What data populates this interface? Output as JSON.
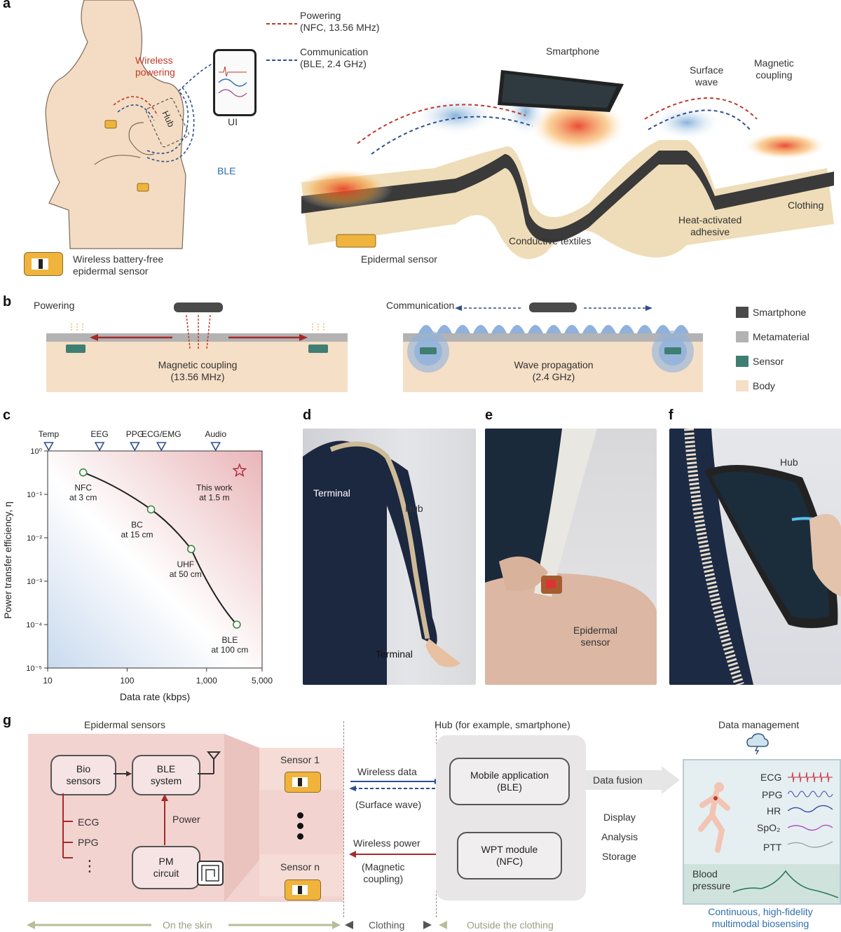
{
  "panel_labels": {
    "a": "a",
    "b": "b",
    "c": "c",
    "d": "d",
    "e": "e",
    "f": "f",
    "g": "g"
  },
  "panel_a": {
    "legend_powering": "Powering",
    "legend_powering_sub": "(NFC, 13.56 MHz)",
    "legend_comm": "Communication",
    "legend_comm_sub": "(BLE, 2.4 GHz)",
    "wireless_powering": "Wireless",
    "wireless_powering_2": "powering",
    "hub": "Hub",
    "ui": "UI",
    "ble": "BLE",
    "sensor_legend_1": "Wireless battery-free",
    "sensor_legend_2": "epidermal sensor",
    "smartphone": "Smartphone",
    "surface_wave_1": "Surface",
    "surface_wave_2": "wave",
    "magnetic_coupling_1": "Magnetic",
    "magnetic_coupling_2": "coupling",
    "clothing": "Clothing",
    "heat_adhesive_1": "Heat-activated",
    "heat_adhesive_2": "adhesive",
    "conductive_textiles": "Conductive textiles",
    "epidermal_sensor": "Epidermal sensor"
  },
  "panel_b": {
    "powering": "Powering",
    "magnetic_coupling": "Magnetic coupling",
    "magnetic_freq": "(13.56 MHz)",
    "communication": "Communication",
    "wave_propagation": "Wave propagation",
    "wave_freq": "(2.4 GHz)",
    "legend": [
      {
        "label": "Smartphone",
        "color": "#4a4a4a"
      },
      {
        "label": "Metamaterial",
        "color": "#b3b3b3"
      },
      {
        "label": "Sensor",
        "color": "#3f7f71"
      },
      {
        "label": "Body",
        "color": "#f5dfc6"
      }
    ]
  },
  "chart_data": {
    "type": "scatter",
    "xlabel": "Data rate (kbps)",
    "ylabel": "Power transfer efficiency, η",
    "xscale": "log",
    "yscale": "log",
    "xlim": [
      10,
      5000
    ],
    "ylim": [
      1e-05,
      1
    ],
    "x_ticks": [
      "10",
      "100",
      "1,000",
      "5,000"
    ],
    "y_ticks": [
      "10⁰",
      "10⁻¹",
      "10⁻²",
      "10⁻³",
      "10⁻⁴",
      "10⁻⁵"
    ],
    "points": [
      {
        "x": 28,
        "y": 0.32,
        "label": "NFC",
        "label2": "at 3 cm"
      },
      {
        "x": 200,
        "y": 0.045,
        "label": "BC",
        "label2": "at 15 cm"
      },
      {
        "x": 640,
        "y": 0.0055,
        "label": "UHF",
        "label2": "at 50 cm"
      },
      {
        "x": 2400,
        "y": 0.0001,
        "label": "BLE",
        "label2": "at 100 cm"
      }
    ],
    "star": {
      "x": 2600,
      "y": 0.35,
      "label": "This work",
      "label2": "at 1.5 m"
    },
    "markers": [
      {
        "x": 10.3,
        "label": "Temp"
      },
      {
        "x": 45,
        "label": "EEG"
      },
      {
        "x": 125,
        "label": "PPG"
      },
      {
        "x": 270,
        "label": "ECG/EMG"
      },
      {
        "x": 1300,
        "label": "Audio"
      }
    ],
    "grid": false
  },
  "panel_d": {
    "terminal_top": "Terminal",
    "hub": "Hub",
    "terminal_bottom": "Terminal"
  },
  "panel_e": {
    "sensor_1": "Epidermal",
    "sensor_2": "sensor"
  },
  "panel_f": {
    "hub": "Hub"
  },
  "panel_g": {
    "epidermal_sensors": "Epidermal sensors",
    "bio_sensors": "Bio sensors",
    "ble_system": "BLE system",
    "power": "Power",
    "pm_circuit": "PM circuit",
    "ecg": "ECG",
    "ppg": "PPG",
    "dots": "⋮",
    "sensor_1": "Sensor 1",
    "sensor_n": "Sensor n",
    "wireless_data": "Wireless data",
    "surface_wave": "(Surface wave)",
    "wireless_power": "Wireless power",
    "magnetic_coupling_1": "(Magnetic",
    "magnetic_coupling_2": "coupling)",
    "hub_title": "Hub (for example, smartphone)",
    "mobile_app_1": "Mobile application",
    "mobile_app_2": "(BLE)",
    "wpt_1": "WPT module",
    "wpt_2": "(NFC)",
    "data_fusion": "Data fusion",
    "display": "Display",
    "analysis": "Analysis",
    "storage": "Storage",
    "data_management": "Data management",
    "signals": [
      "ECG",
      "PPG",
      "HR",
      "SpO₂",
      "PTT"
    ],
    "blood_pressure_1": "Blood",
    "blood_pressure_2": "pressure",
    "continuous_1": "Continuous, high-fidelity",
    "continuous_2": "multimodal biosensing",
    "on_skin": "On the skin",
    "clothing": "Clothing",
    "outside": "Outside the clothing"
  }
}
